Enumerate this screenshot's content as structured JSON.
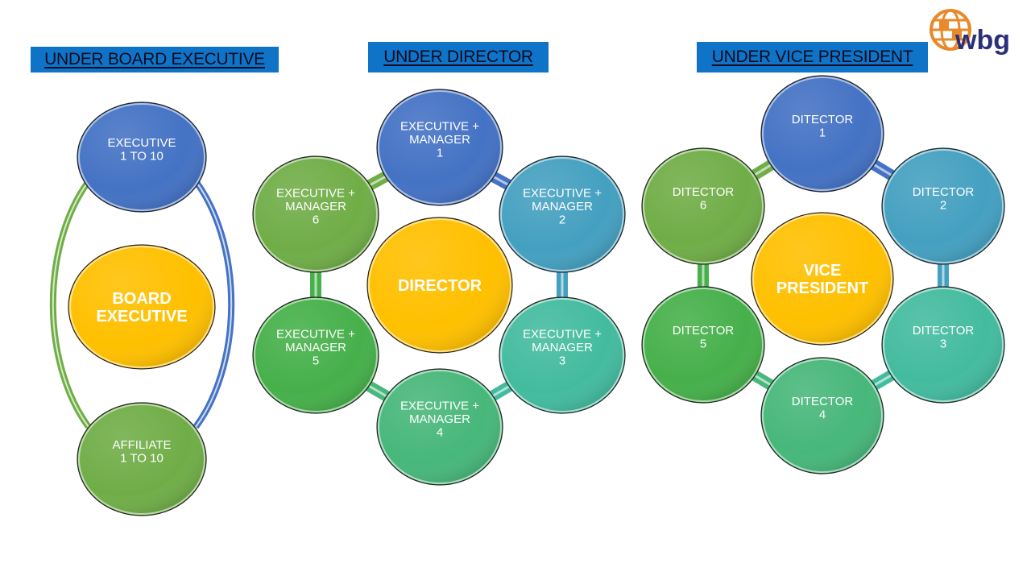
{
  "logo": {
    "text": "wbg",
    "colors": {
      "globe": "#e8892b",
      "text": "#2b2f7a"
    }
  },
  "sections": [
    {
      "title": "UNDER BOARD EXECUTIVE",
      "center": {
        "label": [
          "BOARD",
          "EXECUTIVE"
        ],
        "color": "#ffc000"
      },
      "nodes": [
        {
          "label": [
            "EXECUTIVE",
            "1 TO  10"
          ],
          "color": "#4472c4"
        },
        {
          "label": [
            "AFFILIATE",
            "1 TO  10"
          ],
          "color": "#70ad47"
        }
      ]
    },
    {
      "title": "UNDER DIRECTOR",
      "center": {
        "label": [
          "DIRECTOR"
        ],
        "color": "#ffc000"
      },
      "nodes": [
        {
          "label": [
            "EXECUTIVE +",
            "MANAGER",
            "1"
          ],
          "color": "#4472c4"
        },
        {
          "label": [
            "EXECUTIVE +",
            "MANAGER",
            "2"
          ],
          "color": "#44a0c0"
        },
        {
          "label": [
            "EXECUTIVE +",
            "MANAGER",
            "3"
          ],
          "color": "#43bb9f"
        },
        {
          "label": [
            "EXECUTIVE +",
            "MANAGER",
            "4"
          ],
          "color": "#47b77a"
        },
        {
          "label": [
            "EXECUTIVE +",
            "MANAGER",
            "5"
          ],
          "color": "#46b04a"
        },
        {
          "label": [
            "EXECUTIVE +",
            "MANAGER",
            "6"
          ],
          "color": "#70ad47"
        }
      ]
    },
    {
      "title": "UNDER VICE PRESIDENT",
      "center": {
        "label": [
          "VICE",
          "PRESIDENT"
        ],
        "color": "#ffc000"
      },
      "nodes": [
        {
          "label": [
            "DITECTOR",
            "1"
          ],
          "color": "#4472c4"
        },
        {
          "label": [
            "DITECTOR",
            "2"
          ],
          "color": "#44a0c0"
        },
        {
          "label": [
            "DITECTOR",
            "3"
          ],
          "color": "#43bb9f"
        },
        {
          "label": [
            "DITECTOR",
            "4"
          ],
          "color": "#47b77a"
        },
        {
          "label": [
            "DITECTOR",
            "5"
          ],
          "color": "#46b04a"
        },
        {
          "label": [
            "DITECTOR",
            "6"
          ],
          "color": "#70ad47"
        }
      ]
    }
  ]
}
